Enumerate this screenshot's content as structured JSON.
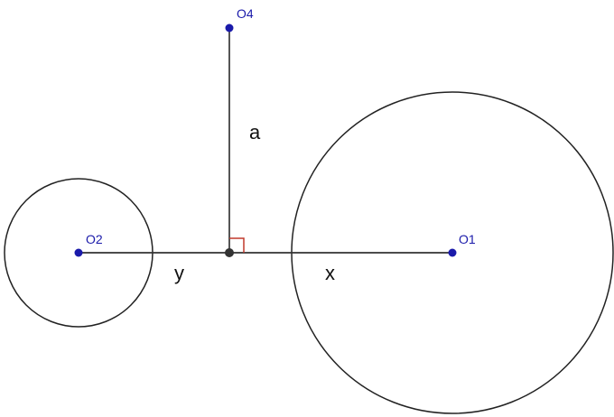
{
  "colors": {
    "point": "#1a1aaa",
    "point_label": "#1a1aaa",
    "center_point": "#333333",
    "line": "#222222",
    "right_angle_marker": "#c0392b",
    "segment_label": "#111111"
  },
  "points": {
    "o1": {
      "label": "O1"
    },
    "o2": {
      "label": "O2"
    },
    "o4": {
      "label": "O4"
    }
  },
  "segments": {
    "a": {
      "label": "a"
    },
    "x": {
      "label": "x"
    },
    "y": {
      "label": "y"
    }
  }
}
